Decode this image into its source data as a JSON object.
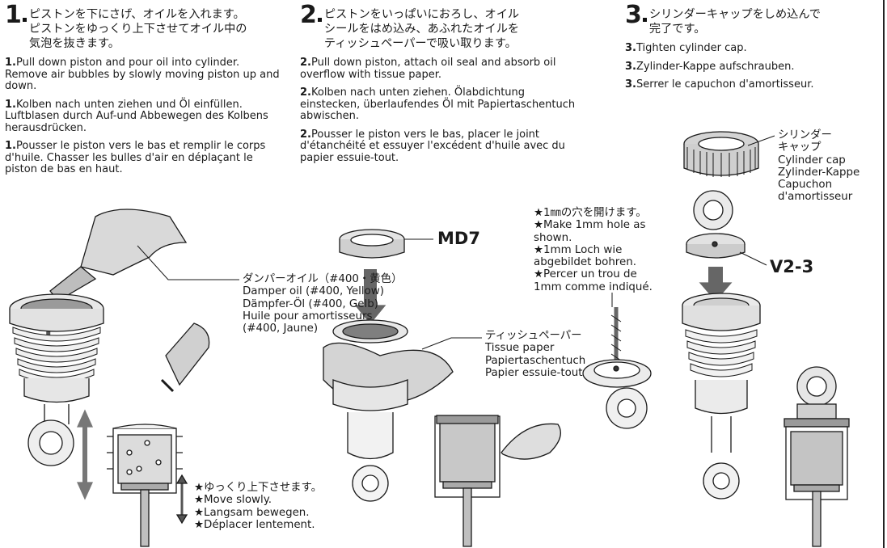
{
  "step1": {
    "number": "1",
    "header": [
      "ピストンを下にさげ、オイルを入れます。",
      "ピストンをゆっくり上下させてオイル中の",
      "気泡を抜きます。"
    ],
    "en": "Pull down piston and pour oil into cylinder. Remove air bubbles by slowly moving piston up and down.",
    "de": "Kolben nach unten ziehen und Öl einfüllen. Luftblasen durch Auf-und Abbewegen des Kolbens herausdrücken.",
    "fr": "Pousser le piston vers le bas et remplir le corps d'huile. Chasser les bulles d'air en déplaçant le piston de bas en haut.",
    "prefix": "1.",
    "oil_label": [
      "ダンパーオイル（#400・黄色）",
      "Damper oil (#400, Yellow)",
      "Dämpfer-Öl (#400, Gelb)",
      "Huile pour amortisseurs",
      "(#400, Jaune)"
    ],
    "move_label": [
      "★ゆっくり上下させます。",
      "★Move slowly.",
      "★Langsam bewegen.",
      "★Déplacer lentement."
    ]
  },
  "step2": {
    "number": "2",
    "header": [
      "ピストンをいっぱいにおろし、オイル",
      "シールをはめ込み、あふれたオイルを",
      "ティッシュペーパーで吸い取ります。"
    ],
    "en": "Pull down piston, attach oil seal and absorb oil overflow with tissue paper.",
    "de": "Kolben nach unten ziehen. Ölabdichtung einstecken, überlaufendes Öl mit Papiertaschentuch abwischen.",
    "fr": "Pousser le piston vers le bas, placer le joint d'étanchéité et essuyer l'excédent d'huile avec du papier essuie-tout.",
    "prefix": "2.",
    "part": "MD7",
    "tissue_label": [
      "ティッシュペーパー",
      "Tissue paper",
      "Papiertaschentuch",
      "Papier essuie-tout"
    ]
  },
  "step3": {
    "number": "3",
    "header": [
      "シリンダーキャップをしめ込んで",
      "完了です。"
    ],
    "en": "Tighten cylinder cap.",
    "de": "Zylinder-Kappe aufschrauben.",
    "fr": "Serrer le capuchon d'amortisseur.",
    "prefix": "3.",
    "part": "V2-3",
    "cap_label": [
      "シリンダー",
      "キャップ",
      "Cylinder cap",
      "Zylinder-Kappe",
      "Capuchon",
      "d'amortisseur"
    ],
    "hole_label": [
      "★1㎜の穴を開けます。",
      "★Make 1mm hole as",
      "shown.",
      "★1mm Loch wie",
      "abgebildet bohren.",
      "★Percer un trou de",
      "1mm comme indiqué."
    ]
  }
}
